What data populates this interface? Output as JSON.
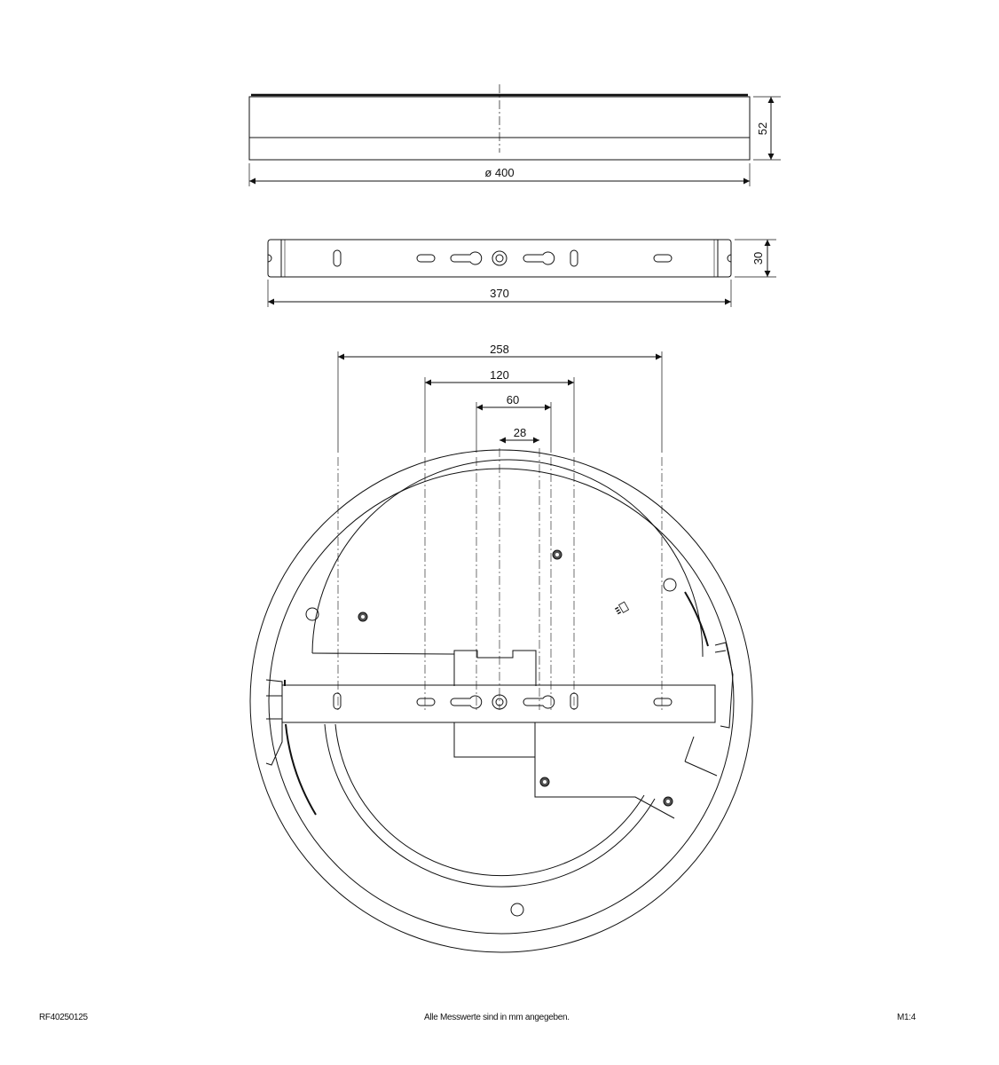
{
  "drawing": {
    "side_view": {
      "diameter_label": "ø 400",
      "height_label": "52"
    },
    "bracket_view": {
      "length_label": "370",
      "height_label": "30"
    },
    "hole_spacing": {
      "dim_258": "258",
      "dim_120": "120",
      "dim_60": "60",
      "dim_28": "28"
    }
  },
  "footer": {
    "article_number": "RF40250125",
    "note": "Alle Messwerte sind in mm angegeben.",
    "scale": "M1:4"
  },
  "colors": {
    "line": "#111111",
    "background": "#ffffff"
  }
}
